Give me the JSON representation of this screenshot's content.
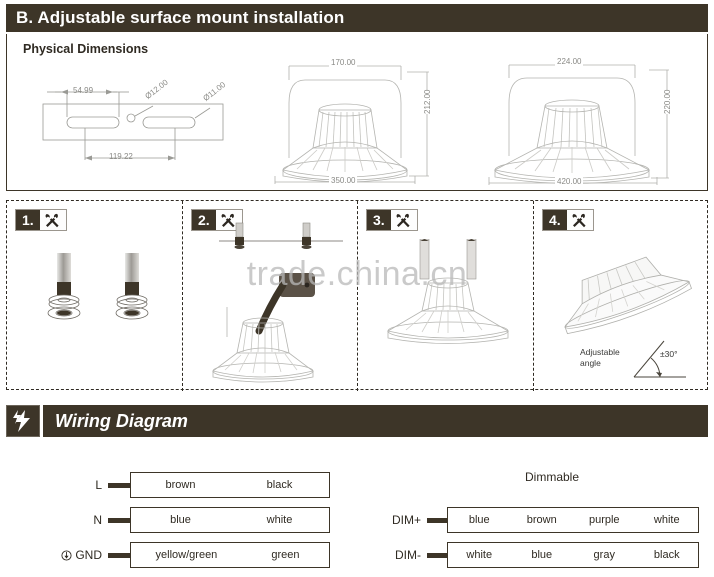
{
  "section_a": {
    "title": "B. Adjustable surface mount installation",
    "subtitle": "Physical Dimensions"
  },
  "dimensions": {
    "bracket": {
      "slot_width": "54.99",
      "hole_a": "Ø12.00",
      "hole_b": "Ø11.00",
      "span": "119.22"
    },
    "lamp_small": {
      "bracket_width": "170.00",
      "height": "212.00",
      "diameter": "350.00"
    },
    "lamp_large": {
      "bracket_width": "224.00",
      "height": "220.00",
      "diameter": "420.00"
    }
  },
  "steps": [
    {
      "number": "1.",
      "icon": "tools-icon"
    },
    {
      "number": "2.",
      "icon": "tools-icon"
    },
    {
      "number": "3.",
      "icon": "tools-icon"
    },
    {
      "number": "4.",
      "icon": "tools-icon",
      "angle_label_line1": "Adjustable",
      "angle_label_line2": "angle",
      "angle_value": "±30°"
    }
  ],
  "section_b": {
    "title": "Wiring Diagram",
    "icon": "lightning-bolt-icon"
  },
  "wiring": {
    "main": [
      {
        "label": "L",
        "values": [
          "brown",
          "black"
        ]
      },
      {
        "label": "N",
        "values": [
          "blue",
          "white"
        ]
      },
      {
        "label": "GND",
        "symbol": "earth-ground-icon",
        "values": [
          "yellow/green",
          "green"
        ]
      }
    ],
    "dimmable_title": "Dimmable",
    "dimmable": [
      {
        "label": "DIM+",
        "values": [
          "blue",
          "brown",
          "purple",
          "white"
        ]
      },
      {
        "label": "DIM-",
        "values": [
          "white",
          "blue",
          "gray",
          "black"
        ]
      }
    ]
  },
  "watermark": "trade.china.cn",
  "colors": {
    "dark": "#3d3528",
    "line": "#8a8a86",
    "text": "#2f2a22"
  }
}
